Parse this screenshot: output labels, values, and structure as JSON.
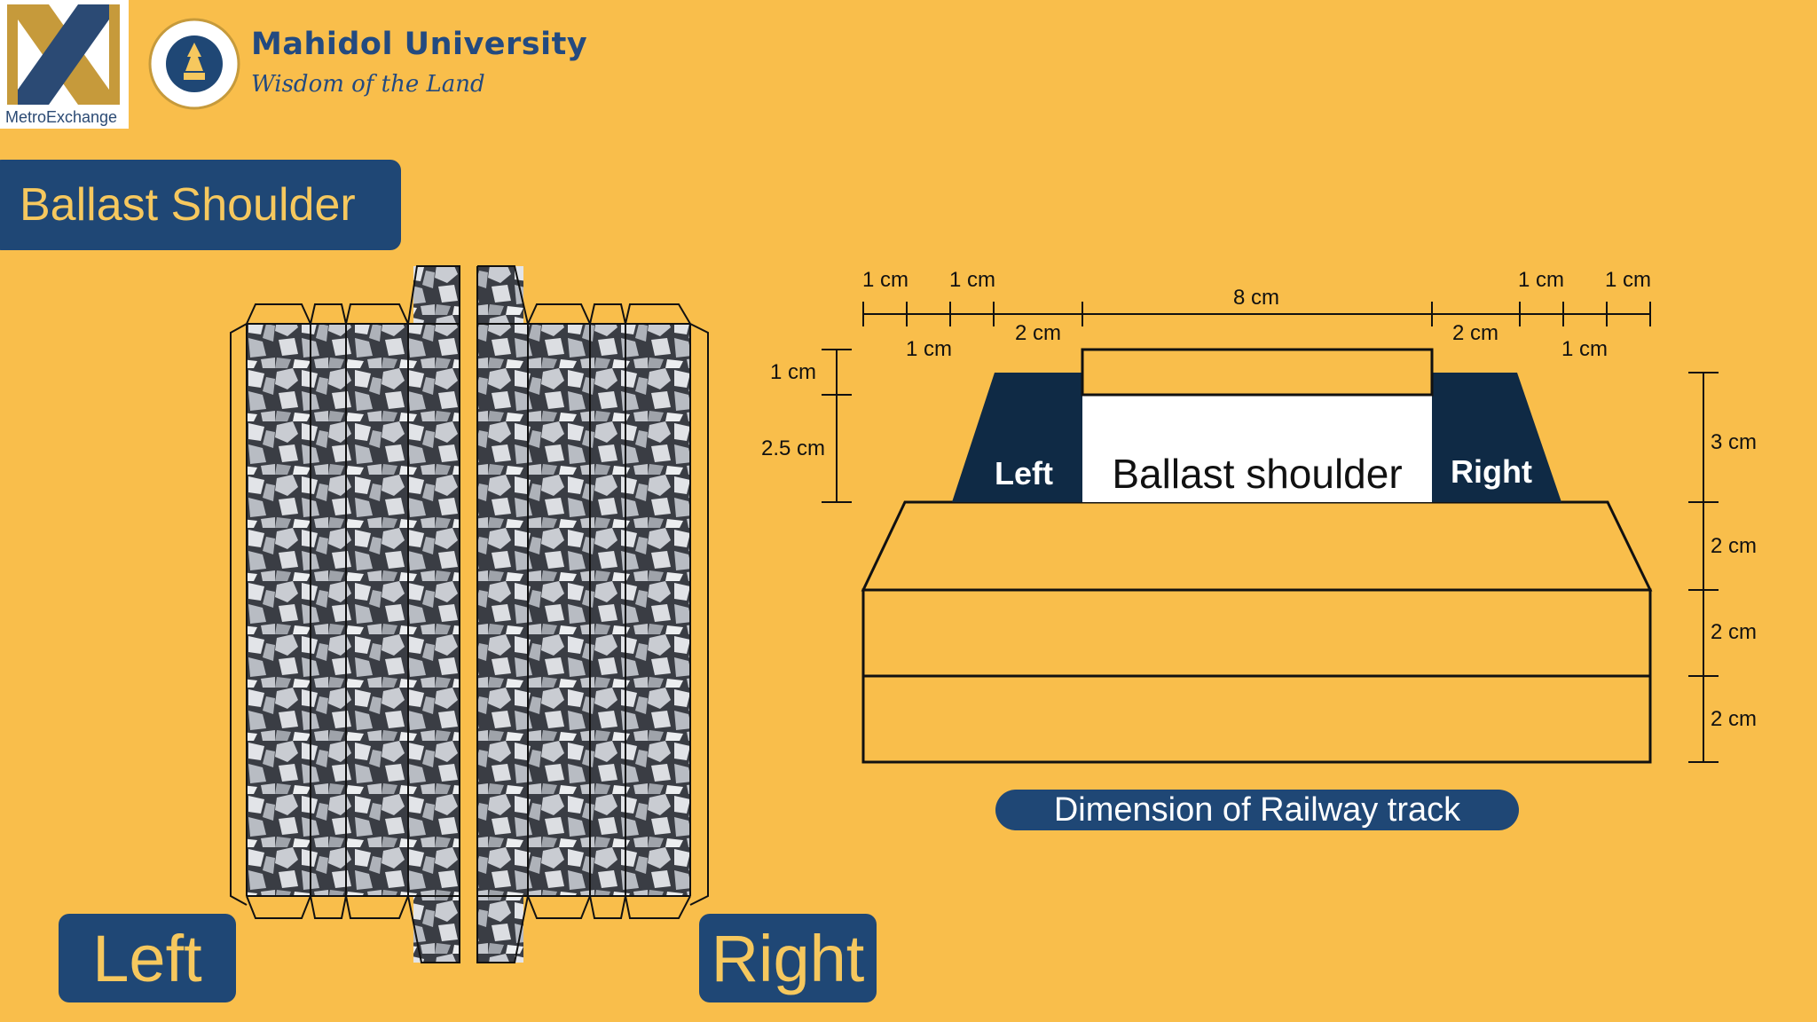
{
  "header": {
    "logo_caption": "MetroExchange",
    "university_name": "Mahidol University",
    "university_motto": "Wisdom of the Land"
  },
  "title": "Ballast Shoulder",
  "photo_labels": {
    "left": "Left",
    "right": "Right"
  },
  "diagram": {
    "top_dims_left": [
      "1 cm",
      "1 cm",
      "1 cm",
      "2 cm"
    ],
    "top_dim_center": "8 cm",
    "top_dims_right": [
      "2 cm",
      "1 cm",
      "1 cm",
      "1 cm"
    ],
    "left_dims": [
      "1 cm",
      "2.5 cm"
    ],
    "right_dims": [
      "3 cm",
      "2 cm",
      "2 cm",
      "2 cm"
    ],
    "shoulder_left_label": "Left",
    "shoulder_right_label": "Right",
    "center_label": "Ballast shoulder",
    "caption": "Dimension of Railway track"
  },
  "colors": {
    "background": "#f9be4b",
    "navy": "#1f4775",
    "dark_shoulder": "#0f2a45"
  }
}
